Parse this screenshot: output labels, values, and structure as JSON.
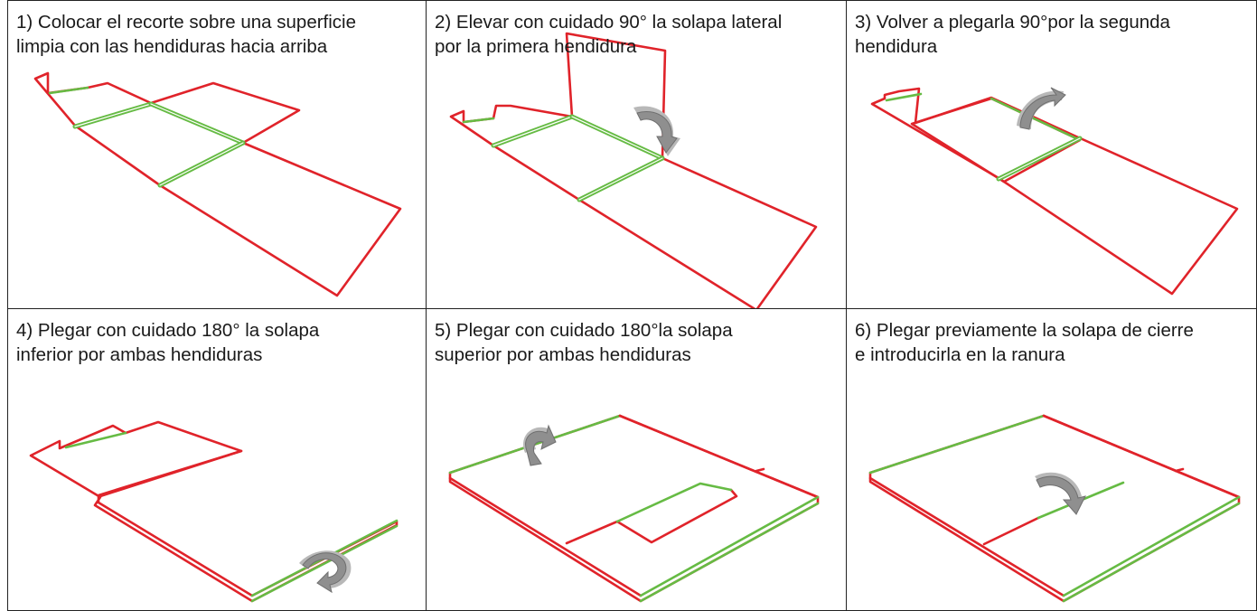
{
  "steps": [
    {
      "caption": "1) Colocar el recorte sobre una superficie\nlimpia con las hendiduras hacia arriba"
    },
    {
      "caption": "2) Elevar con cuidado 90° la solapa lateral\npor la                          primera hendidura"
    },
    {
      "caption": "3) Volver a plegarla 90°por la segunda\nhendidura"
    },
    {
      "caption": "4) Plegar con cuidado 180° la solapa\ninferior por ambas hendiduras"
    },
    {
      "caption": "5) Plegar con cuidado 180°la solapa\nsuperior por ambas hendiduras"
    },
    {
      "caption": "6) Plegar previamente la solapa de cierre\ne introducirla en la ranura"
    }
  ],
  "colors": {
    "cut_line": "#e0232a",
    "crease_line": "#66bb44",
    "arrow": "#8f8f8f"
  },
  "icons": [
    "curved-fold-arrow-icon"
  ]
}
